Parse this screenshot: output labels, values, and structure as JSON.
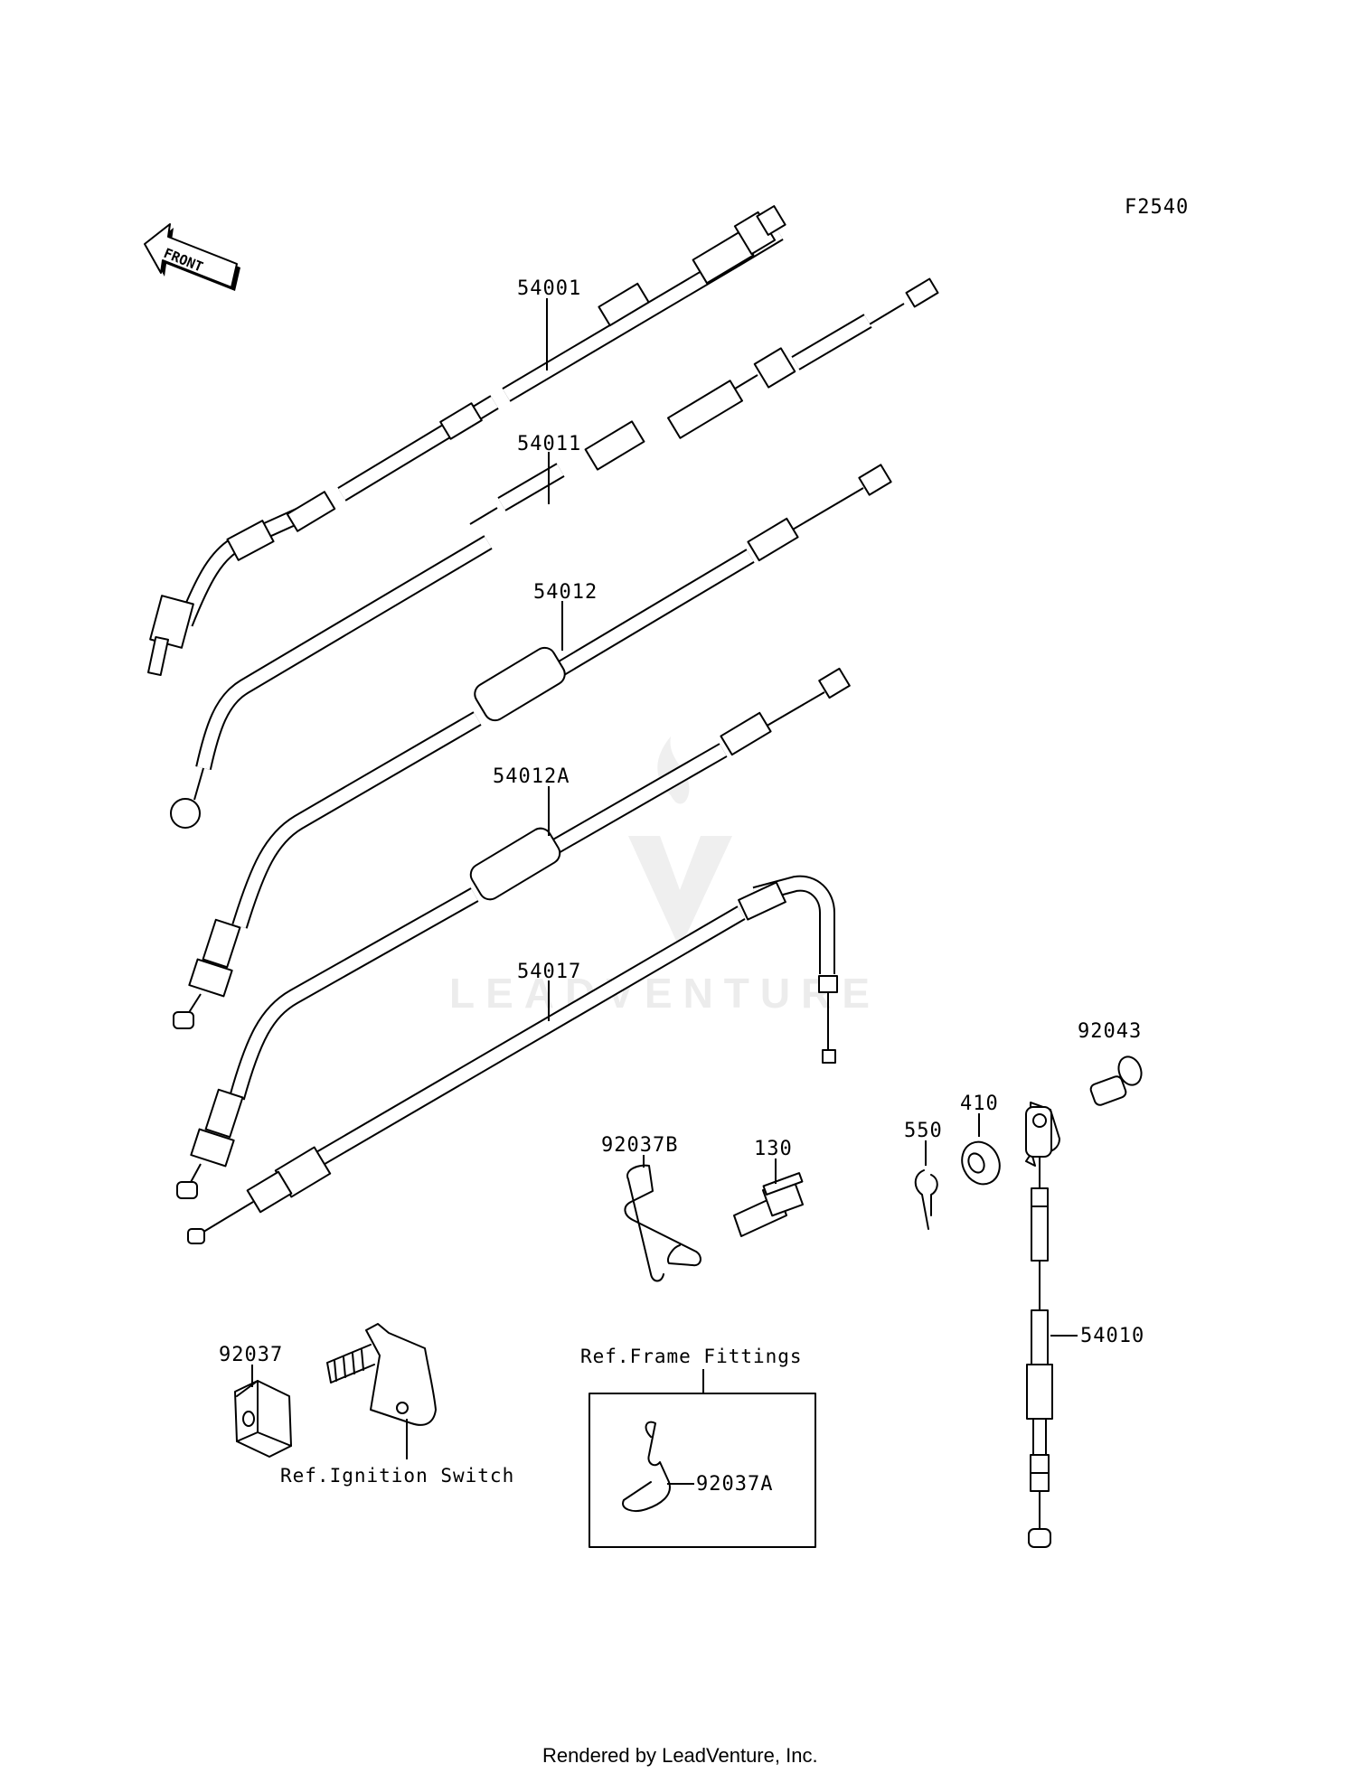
{
  "diagram_code": "F2540",
  "direction_arrow": {
    "text": "FRONT",
    "icon": "front-arrow-icon"
  },
  "parts": [
    {
      "id": "54001",
      "label": "54001"
    },
    {
      "id": "54011",
      "label": "54011"
    },
    {
      "id": "54012",
      "label": "54012"
    },
    {
      "id": "54012A",
      "label": "54012A"
    },
    {
      "id": "54017",
      "label": "54017"
    },
    {
      "id": "92043",
      "label": "92043"
    },
    {
      "id": "410",
      "label": "410"
    },
    {
      "id": "550",
      "label": "550"
    },
    {
      "id": "92037B",
      "label": "92037B"
    },
    {
      "id": "130",
      "label": "130"
    },
    {
      "id": "92037",
      "label": "92037"
    },
    {
      "id": "54010",
      "label": "54010"
    },
    {
      "id": "92037A",
      "label": "92037A"
    }
  ],
  "references": {
    "ignition_switch": "Ref.Ignition Switch",
    "frame_fittings": "Ref.Frame Fittings"
  },
  "watermark": {
    "text": "LEADVENTURE"
  },
  "footer": "Rendered by LeadVenture, Inc."
}
